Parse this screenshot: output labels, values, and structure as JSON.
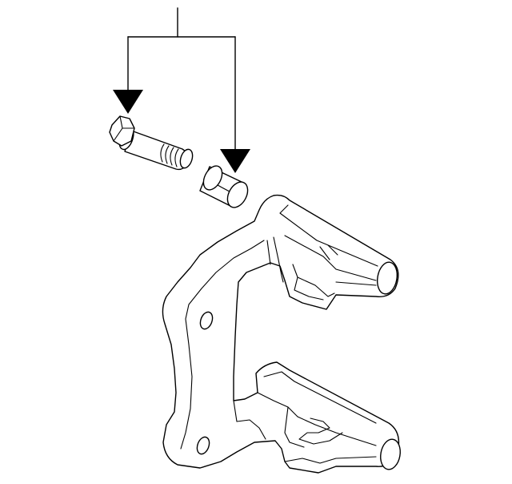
{
  "diagram": {
    "type": "exploded-parts-illustration",
    "background": "#ffffff",
    "line_color": "#000000",
    "parts": [
      {
        "id": "guide-pin-bolt",
        "kind": "bolt"
      },
      {
        "id": "pin-boot",
        "kind": "cylindrical-sleeve"
      },
      {
        "id": "caliper-bracket",
        "kind": "bracket"
      }
    ],
    "callout": {
      "kind": "leader-lines",
      "targets": 2
    }
  }
}
